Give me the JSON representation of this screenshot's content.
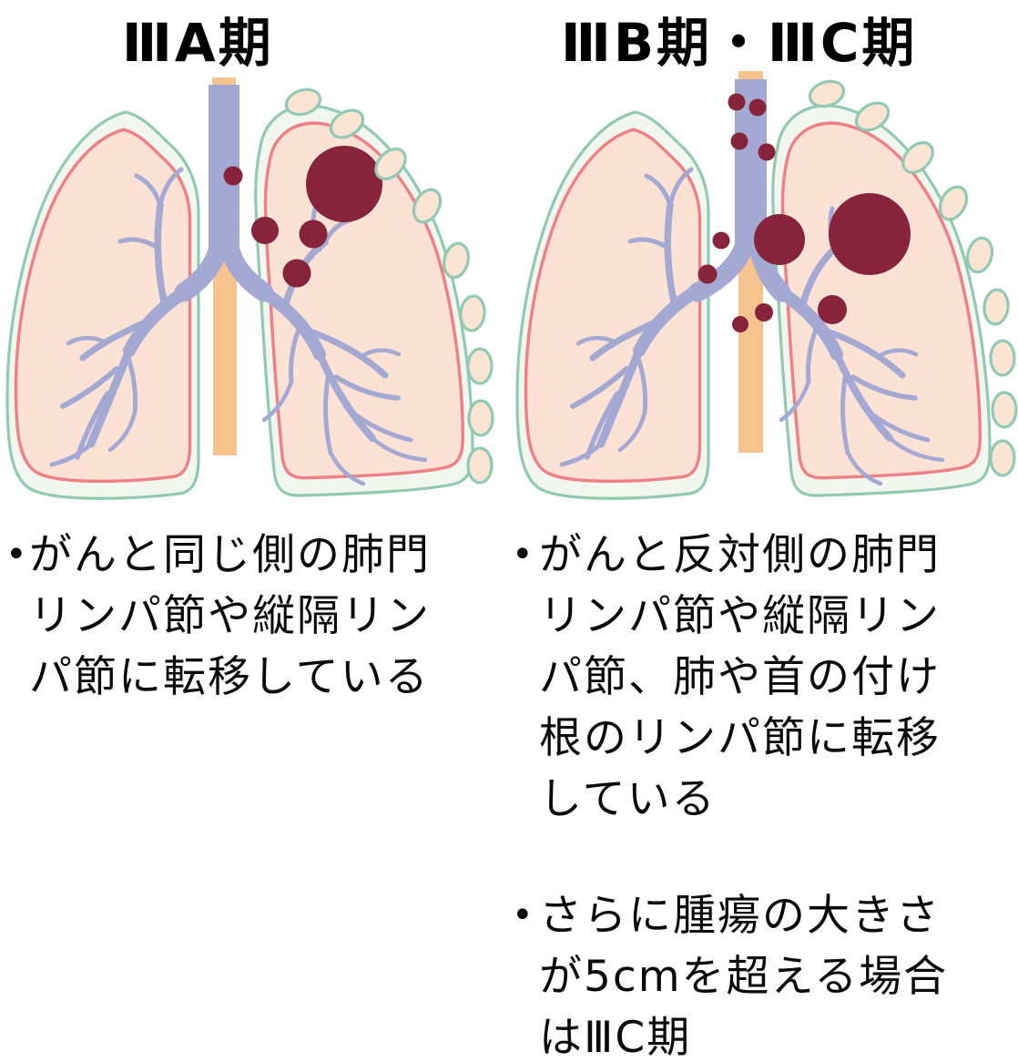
{
  "panels": {
    "left": {
      "title": "ⅢA期",
      "bullet_glyph": "•",
      "bullets": [
        "がんと同じ側の肺門リンパ節や縦隔リンパ節に転移している"
      ]
    },
    "right": {
      "title": "ⅢB期・ⅢC期",
      "bullet_glyph": "•",
      "bullets": [
        "がんと反対側の肺門リンパ節や縦隔リンパ節、肺や首の付け根のリンパ節に転移している",
        "さらに腫瘍の大きさが5cmを超える場合はⅢC期"
      ]
    }
  },
  "illustration_legend": {
    "lung_fill": "#fbe2d5",
    "lung_outline": "#ef8186",
    "pleura_fill": "#f1f6ee",
    "pleura_outline": "#92c9b2",
    "airway_color": "#a3a9d3",
    "esophagus_color": "#f6c28e",
    "tumor_color": "#87233a",
    "lymph_node_fill": "#fce4d3",
    "lymph_node_outline": "#92c9b2",
    "text_color": "#000000"
  }
}
